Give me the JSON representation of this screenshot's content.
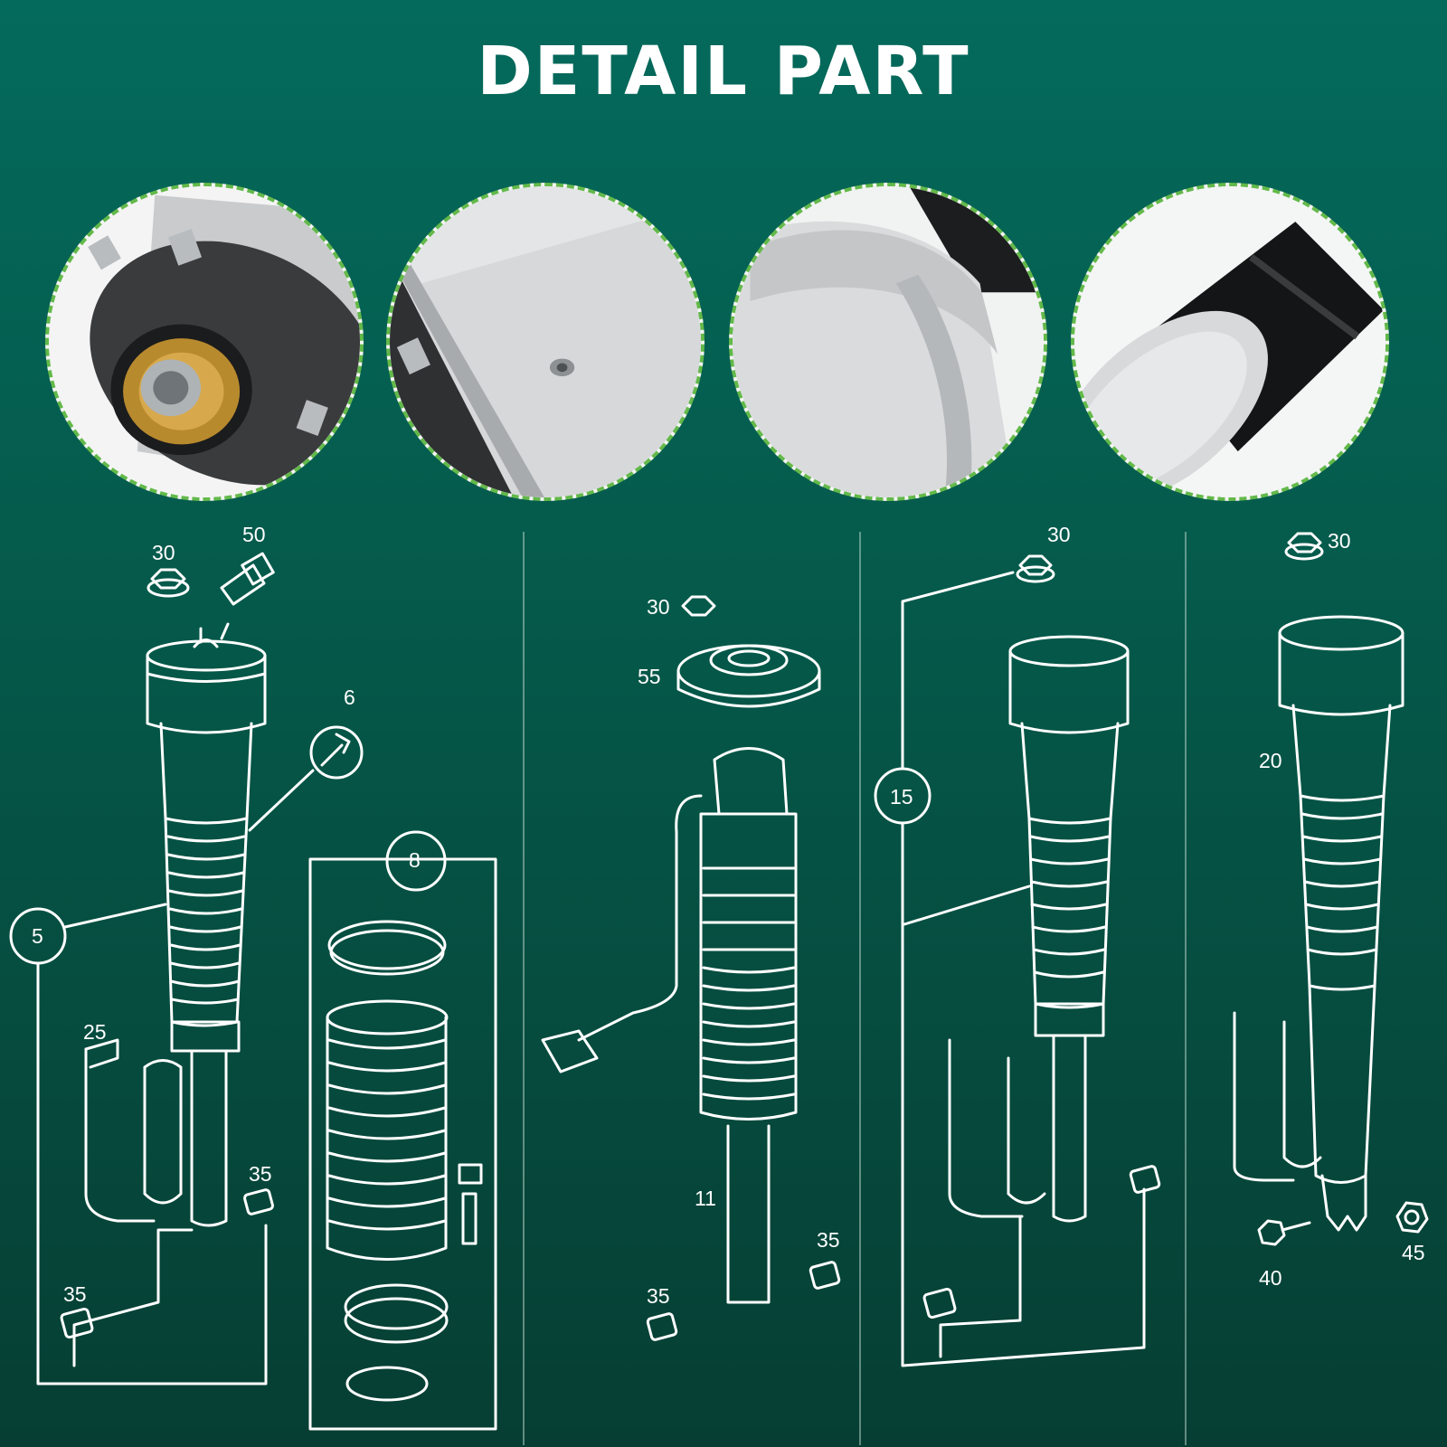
{
  "title": "DETAIL PART",
  "colors": {
    "background_top": "#046a5c",
    "background_bottom": "#063e33",
    "photo_border": "#63b94a",
    "line_art": "#ffffff"
  },
  "photos": [
    {
      "name": "top-mount-photo"
    },
    {
      "name": "mount-and-body-photo"
    },
    {
      "name": "body-and-rod-photo"
    },
    {
      "name": "piston-rod-photo"
    }
  ],
  "callouts": {
    "p1": {
      "n30": "30",
      "n50": "50",
      "n6": "6",
      "n5": "5",
      "n8": "8",
      "n25": "25",
      "n35a": "35",
      "n35b": "35"
    },
    "p2": {
      "n30": "30",
      "n55": "55",
      "n11": "11",
      "n35a": "35",
      "n35b": "35"
    },
    "p3": {
      "n30": "30",
      "n15": "15"
    },
    "p4": {
      "n30": "30",
      "n20": "20",
      "n40": "40",
      "n45": "45"
    }
  }
}
